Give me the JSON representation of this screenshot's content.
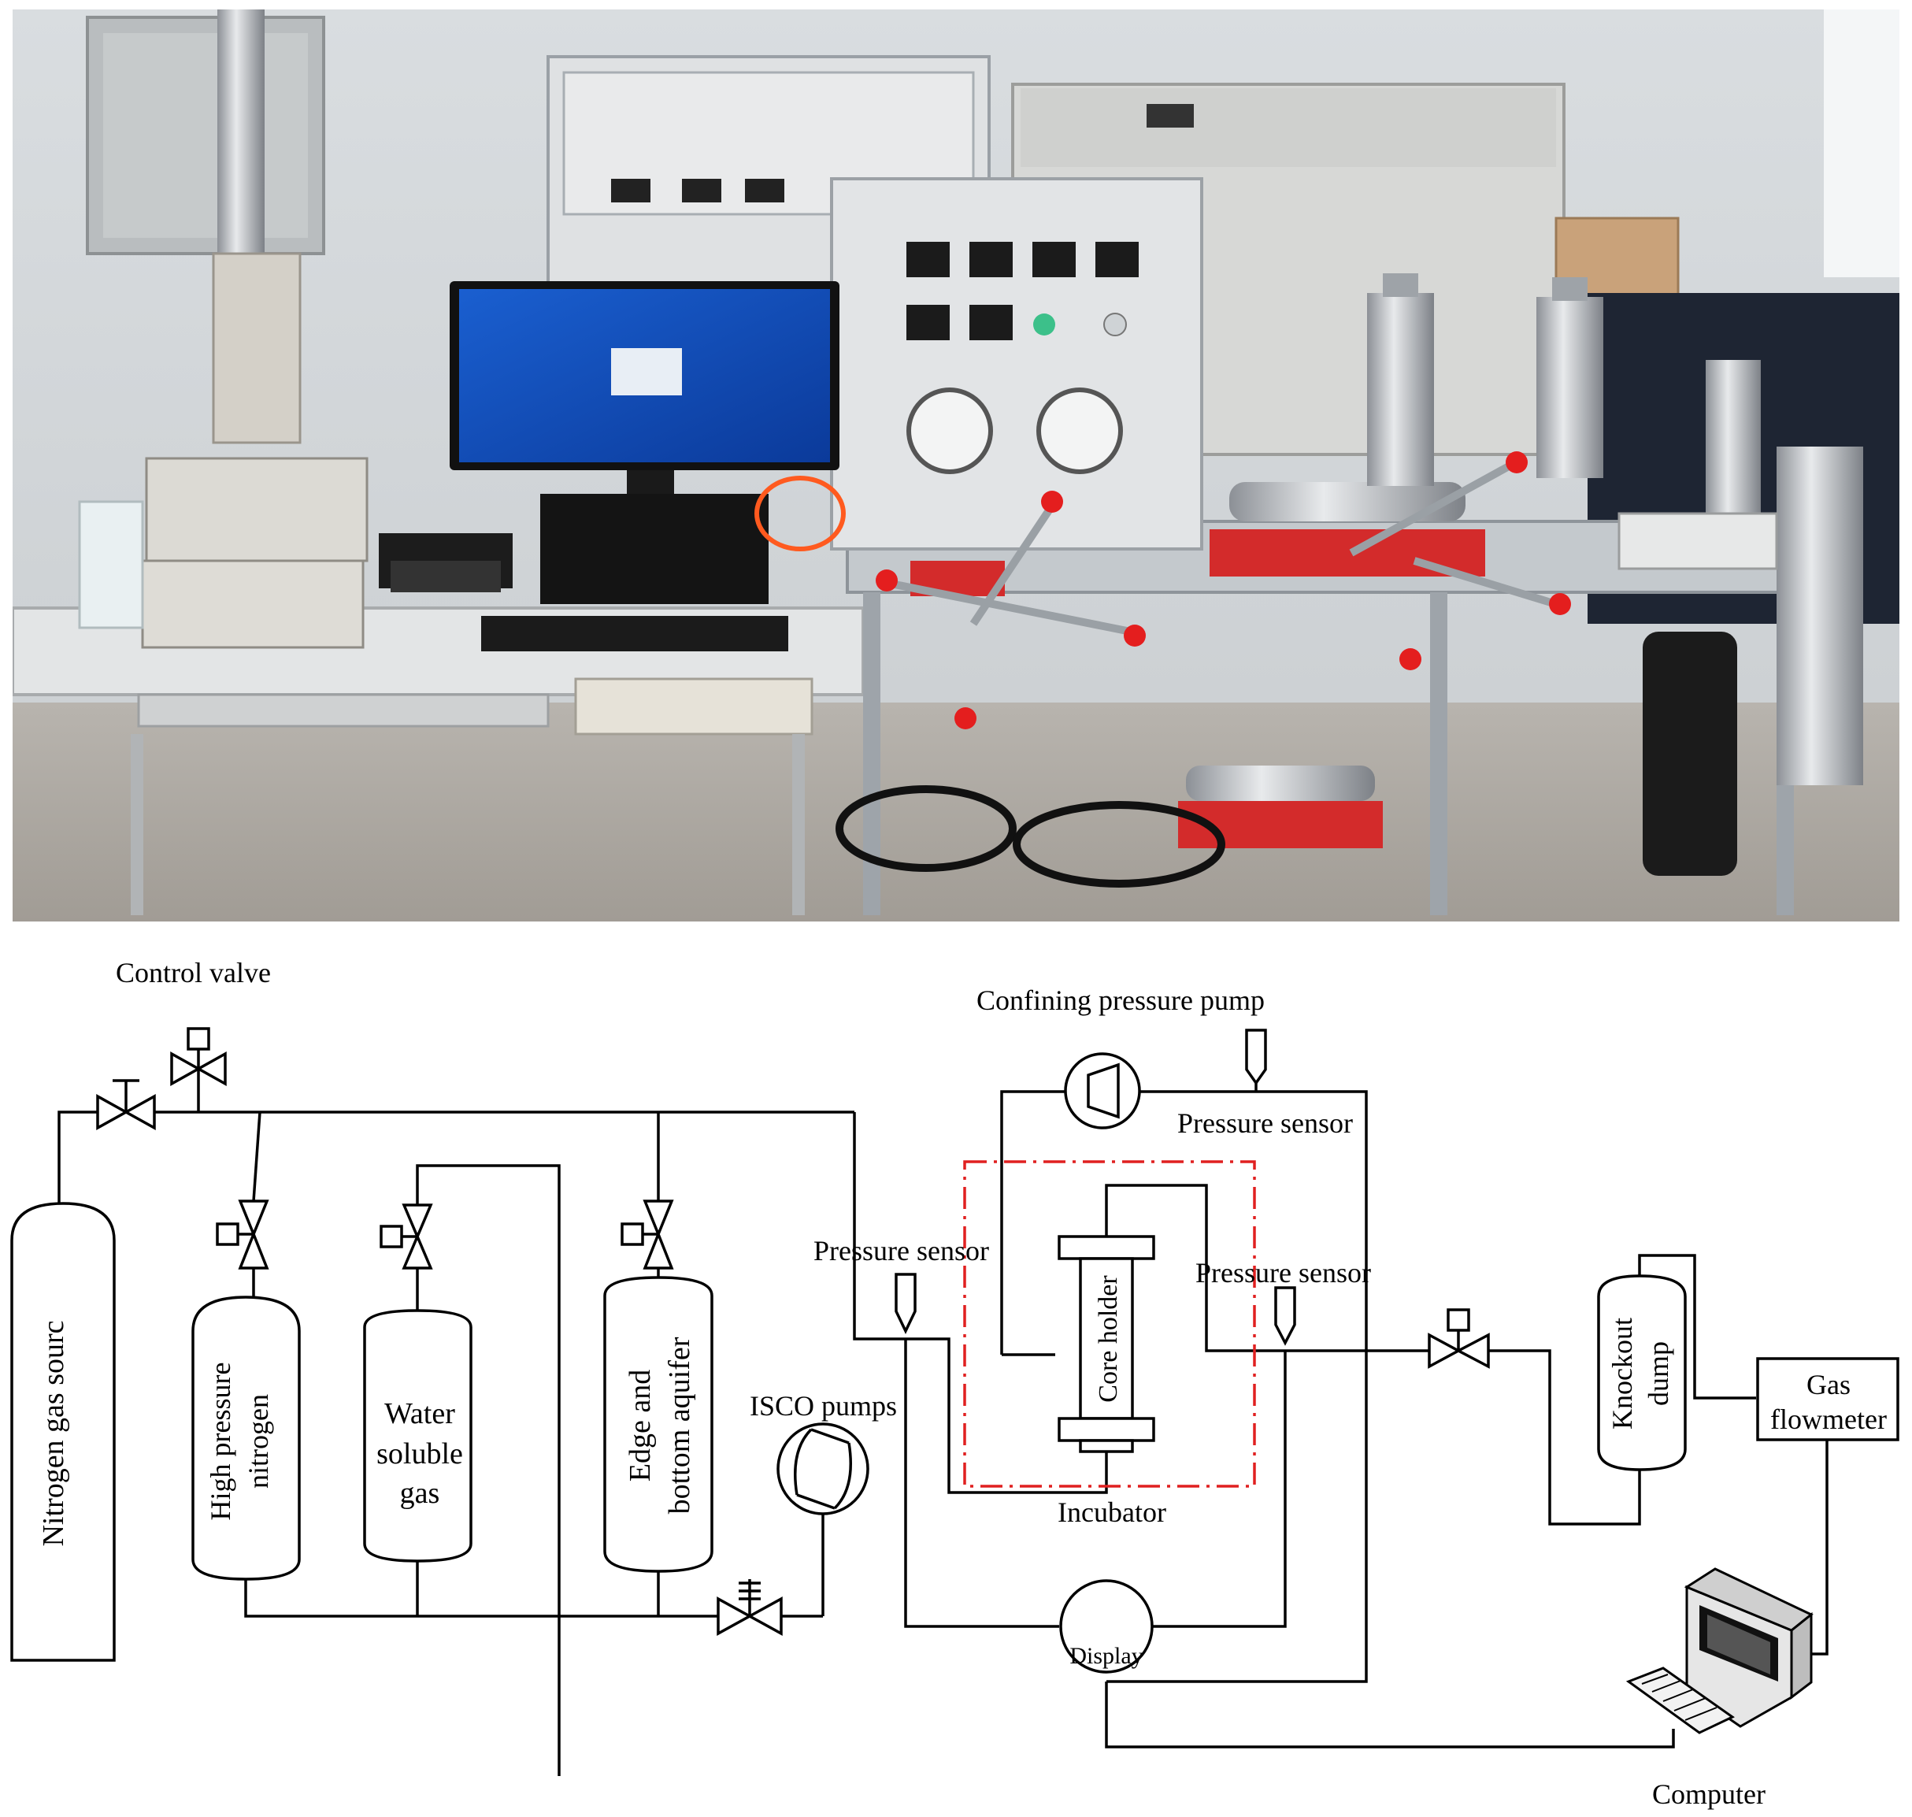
{
  "diagram": {
    "labels": {
      "control_valve": "Control valve",
      "confining_pump": "Confining pressure pump",
      "pressure_sensor_top": "Pressure sensor",
      "pressure_sensor_left": "Pressure sensor",
      "pressure_sensor_right": "Pressure sensor",
      "nitrogen_source": "Nitrogen gas sourc",
      "high_pressure_line1": "High pressure",
      "high_pressure_line2": "nitrogen",
      "water_line1": "Water",
      "water_line2": "soluble",
      "water_line3": "gas",
      "aquifer_line1": "Edge and",
      "aquifer_line2": "bottom aquifer",
      "isco_pumps": "ISCO pumps",
      "core_holder": "Core holder",
      "incubator": "Incubator",
      "display": "Display",
      "knockout_line1": "Knockout",
      "knockout_line2": "dump",
      "gas_flowmeter_line1": "Gas",
      "gas_flowmeter_line2": "flowmeter",
      "computer": "Computer"
    },
    "colors": {
      "line": "#000000",
      "incubator_box": "#e02020"
    },
    "icons": {
      "valve": "gate-valve-icon",
      "pump": "pump-icon",
      "sensor": "pressure-sensor-icon",
      "computer": "computer-icon"
    }
  },
  "photo": {
    "description_icons": [
      "computer-monitor",
      "control-cabinet",
      "pressure-gauge",
      "core-holder",
      "cylinder",
      "balance"
    ]
  }
}
